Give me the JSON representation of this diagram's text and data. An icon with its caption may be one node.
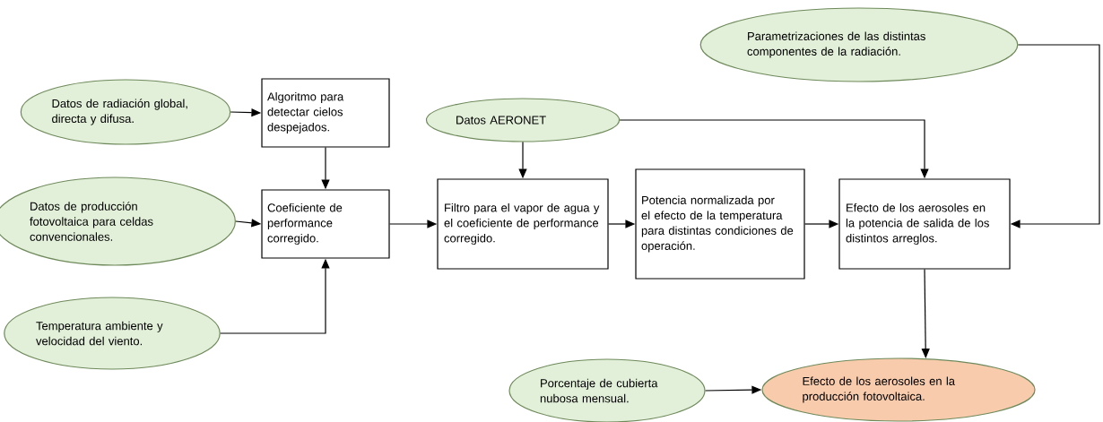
{
  "diagram": {
    "nodes": [
      {
        "text": [
          "Parametrizaciones de las distintas componentes de la radiación."
        ]
      },
      {
        "text": [
          "Datos de radiación global, directa y difusa."
        ]
      },
      {
        "text": [
          "Algoritmo para detectar cielos despejados."
        ]
      },
      {
        "text": [
          "Datos AERONET"
        ]
      },
      {
        "text": [
          "Datos de producción fotovoltaica para celdas convencionales."
        ]
      },
      {
        "text": [
          "Coeficiente de performance corregido."
        ]
      },
      {
        "text": [
          "Filtro para el vapor de agua y el coeficiente de performance corregido."
        ]
      },
      {
        "text": [
          "Potencia normalizada por el efecto de la temperatura para distintas condiciones de operación."
        ]
      },
      {
        "text": [
          "Efecto de los aerosoles en la potencia de salida de los distintos arreglos."
        ]
      },
      {
        "text": [
          "Temperatura ambiente y velocidad del viento."
        ]
      },
      {
        "text": [
          "Porcentaje de cubierta nubosa mensual."
        ]
      },
      {
        "text": [
          "Efecto de los aerosoles en la producción fotovoltaica."
        ]
      }
    ],
    "edges": [
      {
        "from": 1,
        "to": 2,
        "arrow": "to"
      },
      {
        "from": 2,
        "to": 5,
        "arrow": "to"
      },
      {
        "from": 4,
        "to": 5,
        "arrow": "to"
      },
      {
        "from": 9,
        "to": 5,
        "arrow": "to"
      },
      {
        "from": 5,
        "to": 6,
        "arrow": "to"
      },
      {
        "from": 3,
        "to": 6,
        "arrow": "to"
      },
      {
        "from": 6,
        "to": 7,
        "arrow": "to"
      },
      {
        "from": 7,
        "to": 8,
        "arrow": "to"
      },
      {
        "from": 3,
        "to": 8,
        "arrow": "to"
      },
      {
        "from": 0,
        "to": 8,
        "arrow": "to"
      },
      {
        "from": 8,
        "to": 11,
        "arrow": "to"
      },
      {
        "from": 10,
        "to": 11,
        "arrow": "to"
      }
    ]
  }
}
